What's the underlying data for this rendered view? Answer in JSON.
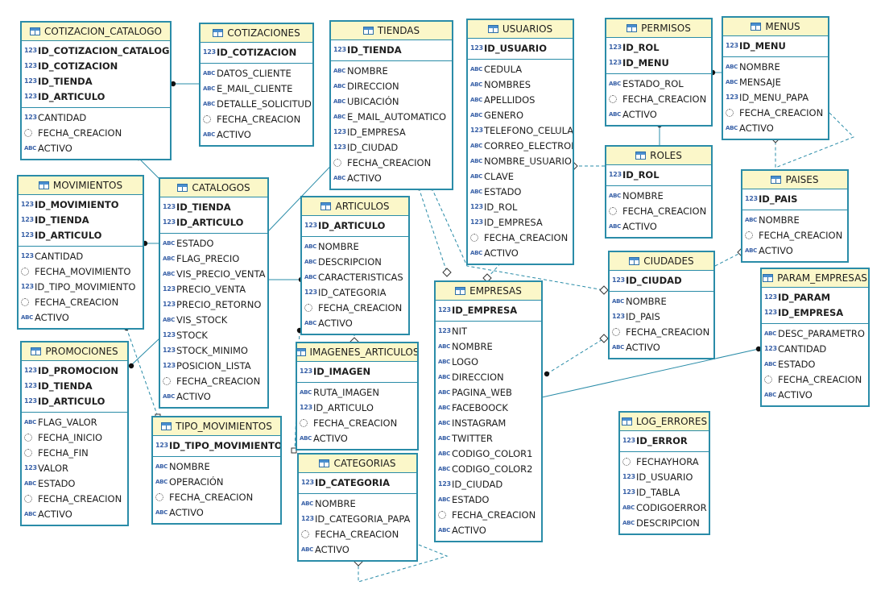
{
  "tables": [
    {
      "name": "COTIZACION_CATALOGO",
      "keys": [
        {
          "n": "ID_COTIZACION_CATALOGO",
          "t": "123"
        },
        {
          "n": "ID_COTIZACION",
          "t": "123"
        },
        {
          "n": "ID_TIENDA",
          "t": "123"
        },
        {
          "n": "ID_ARTICULO",
          "t": "123"
        }
      ],
      "cols": [
        {
          "n": "CANTIDAD",
          "t": "123"
        },
        {
          "n": "FECHA_CREACION",
          "t": "clock"
        },
        {
          "n": "ACTIVO",
          "t": "abc"
        }
      ]
    },
    {
      "name": "COTIZACIONES",
      "keys": [
        {
          "n": "ID_COTIZACION",
          "t": "123"
        }
      ],
      "cols": [
        {
          "n": "DATOS_CLIENTE",
          "t": "abc"
        },
        {
          "n": "E_MAIL_CLIENTE",
          "t": "abc"
        },
        {
          "n": "DETALLE_SOLICITUD",
          "t": "abc"
        },
        {
          "n": "FECHA_CREACION",
          "t": "clock"
        },
        {
          "n": "ACTIVO",
          "t": "abc"
        }
      ]
    },
    {
      "name": "TIENDAS",
      "keys": [
        {
          "n": "ID_TIENDA",
          "t": "123"
        }
      ],
      "cols": [
        {
          "n": "NOMBRE",
          "t": "abc"
        },
        {
          "n": "DIRECCION",
          "t": "abc"
        },
        {
          "n": "UBICACIÓN",
          "t": "abc"
        },
        {
          "n": "E_MAIL_AUTOMATICO",
          "t": "abc"
        },
        {
          "n": "ID_EMPRESA",
          "t": "123"
        },
        {
          "n": "ID_CIUDAD",
          "t": "123"
        },
        {
          "n": "FECHA_CREACION",
          "t": "clock"
        },
        {
          "n": "ACTIVO",
          "t": "abc"
        }
      ]
    },
    {
      "name": "USUARIOS",
      "keys": [
        {
          "n": "ID_USUARIO",
          "t": "123"
        }
      ],
      "cols": [
        {
          "n": "CEDULA",
          "t": "abc"
        },
        {
          "n": "NOMBRES",
          "t": "abc"
        },
        {
          "n": "APELLIDOS",
          "t": "abc"
        },
        {
          "n": "GENERO",
          "t": "abc"
        },
        {
          "n": "TELEFONO_CELULAR",
          "t": "123"
        },
        {
          "n": "CORREO_ELECTRONICO",
          "t": "abc"
        },
        {
          "n": "NOMBRE_USUARIO",
          "t": "abc"
        },
        {
          "n": "CLAVE",
          "t": "abc"
        },
        {
          "n": "ESTADO",
          "t": "abc"
        },
        {
          "n": "ID_ROL",
          "t": "123"
        },
        {
          "n": "ID_EMPRESA",
          "t": "123"
        },
        {
          "n": "FECHA_CREACION",
          "t": "clock"
        },
        {
          "n": "ACTIVO",
          "t": "abc"
        }
      ]
    },
    {
      "name": "PERMISOS",
      "keys": [
        {
          "n": "ID_ROL",
          "t": "123"
        },
        {
          "n": "ID_MENU",
          "t": "123"
        }
      ],
      "cols": [
        {
          "n": "ESTADO_ROL",
          "t": "abc"
        },
        {
          "n": "FECHA_CREACION",
          "t": "clock"
        },
        {
          "n": "ACTIVO",
          "t": "abc"
        }
      ]
    },
    {
      "name": "MENUS",
      "keys": [
        {
          "n": "ID_MENU",
          "t": "123"
        }
      ],
      "cols": [
        {
          "n": "NOMBRE",
          "t": "abc"
        },
        {
          "n": "MENSAJE",
          "t": "abc"
        },
        {
          "n": "ID_MENU_PAPA",
          "t": "123"
        },
        {
          "n": "FECHA_CREACION",
          "t": "clock"
        },
        {
          "n": "ACTIVO",
          "t": "abc"
        }
      ]
    },
    {
      "name": "MOVIMIENTOS",
      "keys": [
        {
          "n": "ID_MOVIMIENTO",
          "t": "123"
        },
        {
          "n": "ID_TIENDA",
          "t": "123"
        },
        {
          "n": "ID_ARTICULO",
          "t": "123"
        }
      ],
      "cols": [
        {
          "n": "CANTIDAD",
          "t": "123"
        },
        {
          "n": "FECHA_MOVIMIENTO",
          "t": "clock"
        },
        {
          "n": "ID_TIPO_MOVIMIENTO",
          "t": "123"
        },
        {
          "n": "FECHA_CREACION",
          "t": "clock"
        },
        {
          "n": "ACTIVO",
          "t": "abc"
        }
      ]
    },
    {
      "name": "CATALOGOS",
      "keys": [
        {
          "n": "ID_TIENDA",
          "t": "123"
        },
        {
          "n": "ID_ARTICULO",
          "t": "123"
        }
      ],
      "cols": [
        {
          "n": "ESTADO",
          "t": "abc"
        },
        {
          "n": "FLAG_PRECIO",
          "t": "abc"
        },
        {
          "n": "VIS_PRECIO_VENTA",
          "t": "abc"
        },
        {
          "n": "PRECIO_VENTA",
          "t": "123"
        },
        {
          "n": "PRECIO_RETORNO",
          "t": "123"
        },
        {
          "n": "VIS_STOCK",
          "t": "abc"
        },
        {
          "n": "STOCK",
          "t": "123"
        },
        {
          "n": "STOCK_MINIMO",
          "t": "123"
        },
        {
          "n": "POSICION_LISTA",
          "t": "123"
        },
        {
          "n": "FECHA_CREACION",
          "t": "clock"
        },
        {
          "n": "ACTIVO",
          "t": "abc"
        }
      ]
    },
    {
      "name": "ARTICULOS",
      "keys": [
        {
          "n": "ID_ARTICULO",
          "t": "123"
        }
      ],
      "cols": [
        {
          "n": "NOMBRE",
          "t": "abc"
        },
        {
          "n": "DESCRIPCION",
          "t": "abc"
        },
        {
          "n": "CARACTERISTICAS",
          "t": "abc"
        },
        {
          "n": "ID_CATEGORIA",
          "t": "123"
        },
        {
          "n": "FECHA_CREACION",
          "t": "clock"
        },
        {
          "n": "ACTIVO",
          "t": "abc"
        }
      ]
    },
    {
      "name": "ROLES",
      "keys": [
        {
          "n": "ID_ROL",
          "t": "123"
        }
      ],
      "cols": [
        {
          "n": "NOMBRE",
          "t": "abc"
        },
        {
          "n": "FECHA_CREACION",
          "t": "clock"
        },
        {
          "n": "ACTIVO",
          "t": "abc"
        }
      ]
    },
    {
      "name": "PAISES",
      "keys": [
        {
          "n": "ID_PAIS",
          "t": "123"
        }
      ],
      "cols": [
        {
          "n": "NOMBRE",
          "t": "abc"
        },
        {
          "n": "FECHA_CREACION",
          "t": "clock"
        },
        {
          "n": "ACTIVO",
          "t": "abc"
        }
      ]
    },
    {
      "name": "CIUDADES",
      "keys": [
        {
          "n": "ID_CIUDAD",
          "t": "123"
        }
      ],
      "cols": [
        {
          "n": "NOMBRE",
          "t": "abc"
        },
        {
          "n": "ID_PAIS",
          "t": "123"
        },
        {
          "n": "FECHA_CREACION",
          "t": "clock"
        },
        {
          "n": "ACTIVO",
          "t": "abc"
        }
      ]
    },
    {
      "name": "EMPRESAS",
      "keys": [
        {
          "n": "ID_EMPRESA",
          "t": "123"
        }
      ],
      "cols": [
        {
          "n": "NIT",
          "t": "123"
        },
        {
          "n": "NOMBRE",
          "t": "abc"
        },
        {
          "n": "LOGO",
          "t": "abc"
        },
        {
          "n": "DIRECCION",
          "t": "abc"
        },
        {
          "n": "PAGINA_WEB",
          "t": "abc"
        },
        {
          "n": "FACEBOOCK",
          "t": "abc"
        },
        {
          "n": "INSTAGRAM",
          "t": "abc"
        },
        {
          "n": "TWITTER",
          "t": "abc"
        },
        {
          "n": "CODIGO_COLOR1",
          "t": "abc"
        },
        {
          "n": "CODIGO_COLOR2",
          "t": "abc"
        },
        {
          "n": "ID_CIUDAD",
          "t": "123"
        },
        {
          "n": "ESTADO",
          "t": "abc"
        },
        {
          "n": "FECHA_CREACION",
          "t": "clock"
        },
        {
          "n": "ACTIVO",
          "t": "abc"
        }
      ]
    },
    {
      "name": "PARAM_EMPRESAS",
      "keys": [
        {
          "n": "ID_PARAM",
          "t": "123"
        },
        {
          "n": "ID_EMPRESA",
          "t": "123"
        }
      ],
      "cols": [
        {
          "n": "DESC_PARAMETRO",
          "t": "abc"
        },
        {
          "n": "CANTIDAD",
          "t": "123"
        },
        {
          "n": "ESTADO",
          "t": "abc"
        },
        {
          "n": "FECHA_CREACION",
          "t": "clock"
        },
        {
          "n": "ACTIVO",
          "t": "abc"
        }
      ]
    },
    {
      "name": "PROMOCIONES",
      "keys": [
        {
          "n": "ID_PROMOCION",
          "t": "123"
        },
        {
          "n": "ID_TIENDA",
          "t": "123"
        },
        {
          "n": "ID_ARTICULO",
          "t": "123"
        }
      ],
      "cols": [
        {
          "n": "FLAG_VALOR",
          "t": "abc"
        },
        {
          "n": "FECHA_INICIO",
          "t": "clock"
        },
        {
          "n": "FECHA_FIN",
          "t": "clock"
        },
        {
          "n": "VALOR",
          "t": "123"
        },
        {
          "n": "ESTADO",
          "t": "abc"
        },
        {
          "n": "FECHA_CREACION",
          "t": "clock"
        },
        {
          "n": "ACTIVO",
          "t": "abc"
        }
      ]
    },
    {
      "name": "TIPO_MOVIMIENTOS",
      "keys": [
        {
          "n": "ID_TIPO_MOVIMIENTO",
          "t": "123"
        }
      ],
      "cols": [
        {
          "n": "NOMBRE",
          "t": "abc"
        },
        {
          "n": "OPERACIÓN",
          "t": "abc"
        },
        {
          "n": "FECHA_CREACION",
          "t": "clock"
        },
        {
          "n": "ACTIVO",
          "t": "abc"
        }
      ]
    },
    {
      "name": "IMAGENES_ARTICULOS",
      "keys": [
        {
          "n": "ID_IMAGEN",
          "t": "123"
        }
      ],
      "cols": [
        {
          "n": "RUTA_IMAGEN",
          "t": "abc"
        },
        {
          "n": "ID_ARTICULO",
          "t": "123"
        },
        {
          "n": "FECHA_CREACION",
          "t": "clock"
        },
        {
          "n": "ACTIVO",
          "t": "abc"
        }
      ]
    },
    {
      "name": "CATEGORIAS",
      "keys": [
        {
          "n": "ID_CATEGORIA",
          "t": "123"
        }
      ],
      "cols": [
        {
          "n": "NOMBRE",
          "t": "abc"
        },
        {
          "n": "ID_CATEGORIA_PAPA",
          "t": "123"
        },
        {
          "n": "FECHA_CREACION",
          "t": "clock"
        },
        {
          "n": "ACTIVO",
          "t": "abc"
        }
      ]
    },
    {
      "name": "LOG_ERRORES",
      "keys": [
        {
          "n": "ID_ERROR",
          "t": "123"
        }
      ],
      "cols": [
        {
          "n": "FECHAYHORA",
          "t": "clock"
        },
        {
          "n": "ID_USUARIO",
          "t": "123"
        },
        {
          "n": "ID_TABLA",
          "t": "123"
        },
        {
          "n": "CODIGOERROR",
          "t": "abc"
        },
        {
          "n": "DESCRIPCION",
          "t": "abc"
        }
      ]
    }
  ]
}
